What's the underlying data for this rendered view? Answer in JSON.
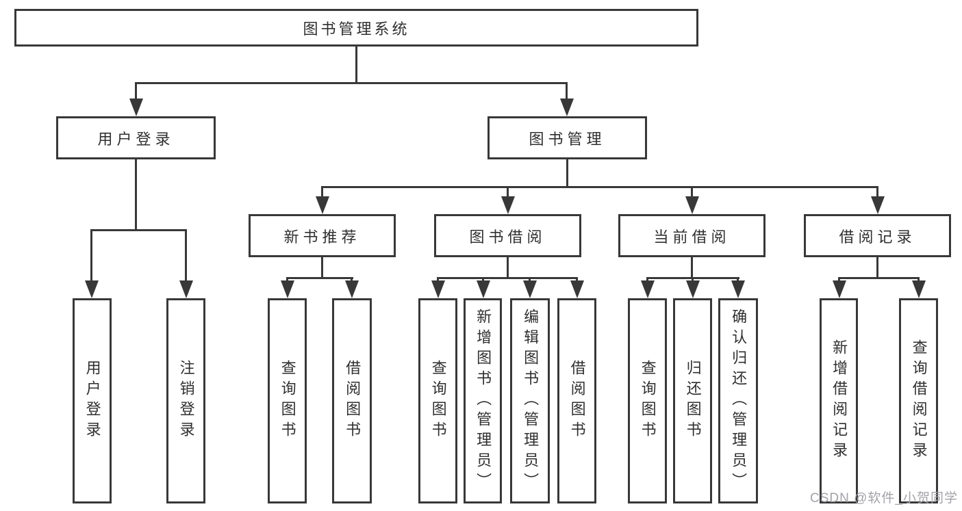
{
  "diagram": {
    "root": "图书管理系统",
    "level2": {
      "user_login": "用户登录",
      "book_mgmt": "图书管理"
    },
    "level3": {
      "new_book_rec": "新书推荐",
      "book_borrow": "图书借阅",
      "current_borrow": "当前借阅",
      "borrow_record": "借阅记录"
    },
    "leaves": {
      "user_login": [
        "用户登录",
        "注销登录"
      ],
      "new_book_rec": [
        "查询图书",
        "借阅图书"
      ],
      "book_borrow": [
        "查询图书",
        "新增图书（管理员）",
        "编辑图书（管理员）",
        "借阅图书"
      ],
      "current_borrow": [
        "查询图书",
        "归还图书",
        "确认归还（管理员）"
      ],
      "borrow_record": [
        "新增借阅记录",
        "查询借阅记录"
      ]
    }
  },
  "watermark": {
    "text": "CSDN @软件_小贺同学"
  },
  "colors": {
    "line": "#383838",
    "text": "#2f2f2f",
    "watermark": "#a2a2a8",
    "background": "#ffffff"
  }
}
